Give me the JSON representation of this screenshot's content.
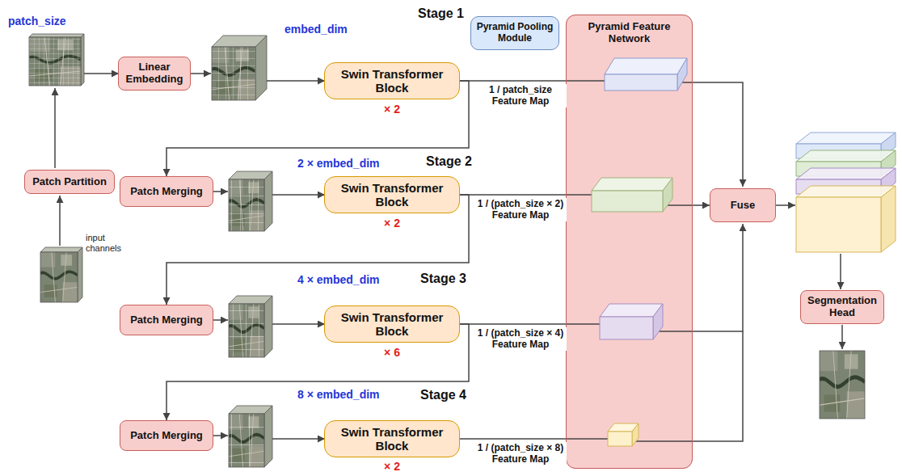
{
  "diagram": {
    "nodes": [
      {
        "text": [
          "Linear Embedding"
        ]
      },
      {
        "text": [
          "Swin Transformer Block"
        ]
      },
      {
        "text": [
          "Pyramid Pooling Module"
        ]
      },
      {
        "text": [
          "Pyramid Feature Network"
        ]
      },
      {
        "text": [
          "Patch Partition"
        ]
      },
      {
        "text": [
          "Patch Merging"
        ]
      },
      {
        "text": [
          "Swin Transformer Block"
        ]
      },
      {
        "text": [
          "Fuse"
        ]
      },
      {
        "text": [
          "Patch Merging"
        ]
      },
      {
        "text": [
          "Swin Transformer Block"
        ]
      },
      {
        "text": [
          "Segmentation Head"
        ]
      },
      {
        "text": [
          "Patch Merging"
        ]
      },
      {
        "text": [
          "Swin Transformer Block"
        ]
      }
    ],
    "edges": [
      {
        "from": 1,
        "to": 3,
        "arrow": "none",
        "label": "1 / patch_size Feature Map"
      },
      {
        "from": 1,
        "to": 5,
        "arrow": "to"
      },
      {
        "from": 6,
        "to": 3,
        "arrow": "none",
        "label": "1 / (patch_size × 2) Feature Map"
      },
      {
        "from": 6,
        "to": 8,
        "arrow": "to"
      },
      {
        "from": 9,
        "to": 3,
        "arrow": "none",
        "label": "1 / (patch_size × 4) Feature Map"
      },
      {
        "from": 9,
        "to": 11,
        "arrow": "to"
      },
      {
        "from": 12,
        "to": 3,
        "arrow": "none",
        "label": "1 / (patch_size × 8) Feature Map"
      },
      {
        "from": 3,
        "to": 7,
        "arrow": "to"
      }
    ],
    "labels": [
      "patch_size",
      "embed_dim",
      "Stage 1",
      "× 2",
      "input channels",
      "2 × embed_dim",
      "Stage 2",
      "× 2",
      "4 × embed_dim",
      "Stage 3",
      "× 6",
      "8 × embed_dim",
      "Stage 4",
      "× 2"
    ]
  }
}
